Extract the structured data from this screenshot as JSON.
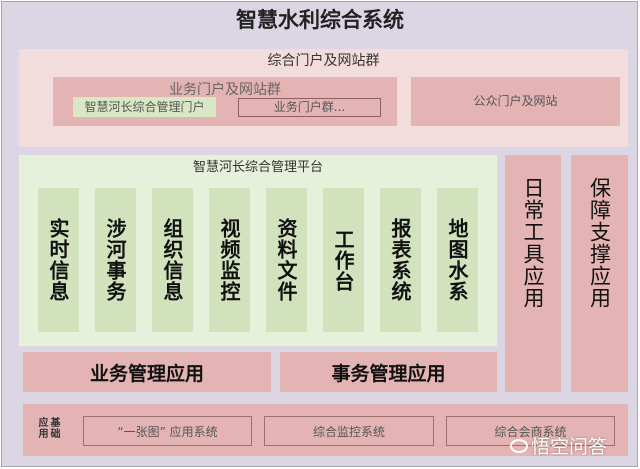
{
  "title": "智慧水利综合系统",
  "portal": {
    "title": "综合门户及网站群",
    "business": {
      "title": "业务门户及网站群",
      "river_portal": "智慧河长综合管理门户",
      "portal_group": "业务门户群..."
    },
    "public": "公众门户及网站"
  },
  "platform": {
    "title": "智慧河长综合管理平台",
    "modules": [
      "实时信息",
      "涉河事务",
      "组织信息",
      "视频监控",
      "资料文件",
      "工作台",
      "报表系统",
      "地图水系"
    ]
  },
  "side": [
    "日常工具应用",
    "保障支撑应用"
  ],
  "bars": [
    "业务管理应用",
    "事务管理应用"
  ],
  "base": {
    "label": "基础应用",
    "label_cols": [
      "应用",
      "基础"
    ],
    "items": [
      "“一张图” 应用系统",
      "综合监控系统",
      "综合会商系统"
    ]
  },
  "watermark": "悟空问答"
}
